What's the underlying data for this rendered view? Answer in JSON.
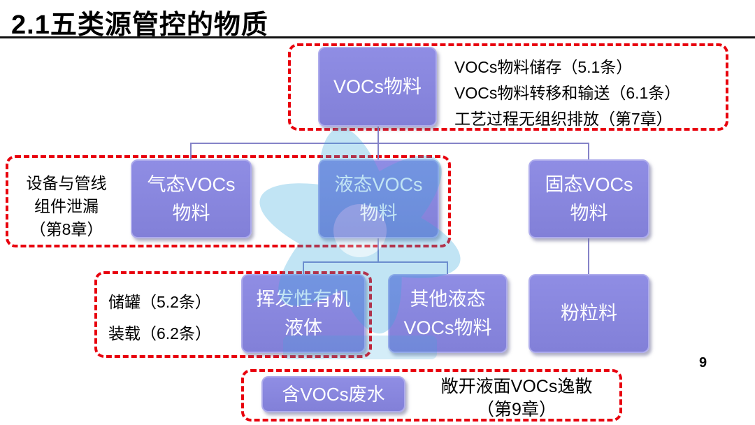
{
  "slide": {
    "title": "2.1五类源管控的物质",
    "page_number": "9"
  },
  "colors": {
    "node_fill": "#8583DC",
    "node_border": "#AEACEC",
    "dashed_red": "#E8000D",
    "connector": "#8583C8",
    "watermark_blue": "#35A8DC"
  },
  "nodes": {
    "vocs_material": {
      "label": "VOCs物料"
    },
    "gaseous": {
      "line1": "气态VOCs",
      "line2": "物料"
    },
    "liquid": {
      "line1": "液态VOCs",
      "line2": "物料"
    },
    "solid": {
      "line1": "固态VOCs",
      "line2": "物料"
    },
    "volatile_organic_liquid": {
      "line1": "挥发性有机",
      "line2": "液体"
    },
    "other_liquid": {
      "line1": "其他液态",
      "line2": "VOCs物料"
    },
    "powder": {
      "label": "粉粒料"
    },
    "vocs_wastewater": {
      "label": "含VOCs废水"
    }
  },
  "annotations": {
    "vocs_group": {
      "lines": [
        "VOCs物料储存（5.1条）",
        "VOCs物料转移和输送（6.1条）",
        "工艺过程无组织排放（第7章）"
      ]
    },
    "equipment_leak": {
      "lines": [
        "设备与管线",
        "组件泄漏",
        "（第8章）"
      ]
    },
    "storage_loading": {
      "lines": [
        "储罐（5.2条）",
        "装载（6.2条）"
      ]
    },
    "open_surface": {
      "lines": [
        "敞开液面VOCs逸散",
        "（第9章）"
      ]
    }
  }
}
